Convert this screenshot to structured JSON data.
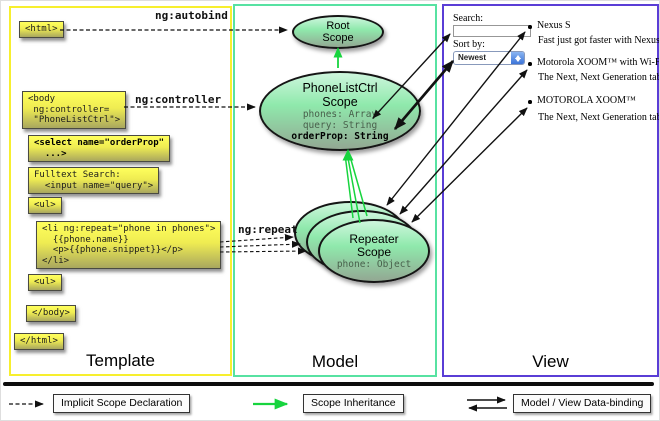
{
  "columns": {
    "template": {
      "label": "Template"
    },
    "model": {
      "label": "Model"
    },
    "view": {
      "label": "View"
    }
  },
  "arrow_labels": {
    "autobind": "ng:autobind",
    "controller": "ng:controller",
    "repeat": "ng:repeat"
  },
  "template_blocks": {
    "html_open": "<html>",
    "body_open": "<body\n ng:controller=\n \"PhoneListCtrl\">",
    "select": "<select name=\"orderProp\"\n  ...>",
    "fulltext": "Fulltext Search:\n  <input name=\"query\">",
    "ul_open": "<ul>",
    "li_repeat": "<li ng:repeat=\"phone in phones\">\n  {{phone.name}}\n  <p>{{phone.snippet}}</p>\n</li>",
    "ul_close": "<ul>",
    "body_close": "</body>",
    "html_close": "</html>"
  },
  "model": {
    "root_scope": {
      "title": "Root\nScope"
    },
    "phonelist_scope": {
      "title": "PhoneListCtrl\nScope",
      "prop_phones": "phones: Array",
      "prop_query": "query: String",
      "prop_orderprop": "orderProp: String"
    },
    "repeater_scope": {
      "title": "Repeater\nScope",
      "prop_phone": "phone: Object"
    }
  },
  "view": {
    "search_label": "Search:",
    "search_value": "",
    "sort_label": "Sort by:",
    "sort_value": "Newest",
    "phones": [
      {
        "name": "Nexus S",
        "snippet": "Fast just got faster with Nexus S."
      },
      {
        "name": "Motorola XOOM™ with Wi-Fi",
        "snippet": "The Next, Next Generation tablet."
      },
      {
        "name": "MOTOROLA XOOM™",
        "snippet": "The Next, Next Generation tablet."
      }
    ]
  },
  "legend": {
    "implicit": "Implicit Scope Declaration",
    "inheritance": "Scope Inheritance",
    "databinding": "Model / View Data-binding"
  },
  "colors": {
    "template_border": "#f7ef2e",
    "model_border": "#57e2a2",
    "view_border": "#5a3ed6",
    "code_box_yellow": "#ffff5c",
    "scope_fill_green": "#8fe9ac",
    "inheritance_green": "#17d43e",
    "arrow_black": "#111111",
    "select_stepper_blue": "#3c74d8"
  }
}
